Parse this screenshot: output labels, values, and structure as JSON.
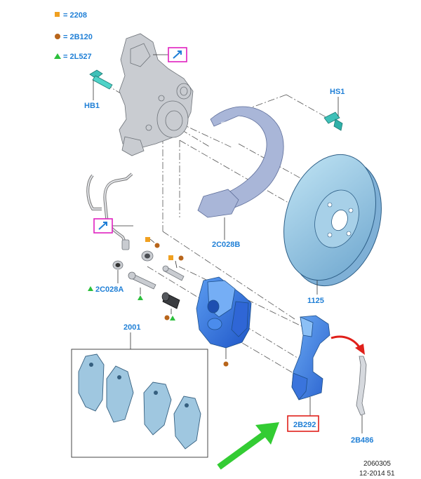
{
  "legend": [
    {
      "symbol": "square",
      "color": "#f0a020",
      "text": "= 2208"
    },
    {
      "symbol": "circle",
      "color": "#b8651b",
      "text": "= 2B120"
    },
    {
      "symbol": "triangle",
      "color": "#2cbf3c",
      "text": "= 2L527"
    }
  ],
  "callouts": {
    "hb1": "HB1",
    "hs1": "HS1",
    "c2c028b": "2C028B",
    "c2c028a": "2C028A",
    "c1125": "1125",
    "c2001": "2001",
    "c2b292": "2B292",
    "c2b486": "2B486"
  },
  "footer": {
    "code": "2060305",
    "date": "12-2014 51"
  },
  "colors": {
    "label_blue": "#1f7fd6",
    "highlight_red": "#e0201a",
    "magenta_box": "#e020c0",
    "arrow_green": "#33cc33",
    "part_blue": "#3f7fe0"
  },
  "icons": [
    "note-arrow-icon",
    "note-arrow-icon",
    "green-pointer-arrow-icon",
    "red-curved-arrow-icon"
  ]
}
